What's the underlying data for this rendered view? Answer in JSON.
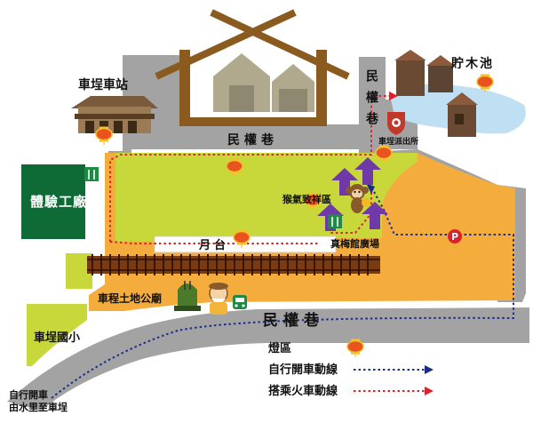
{
  "labels": {
    "station": "車埕車站",
    "timber_pond": "貯木池",
    "police": "車埕派出所",
    "street_top": "民權巷",
    "street_vertical": "民權巷",
    "street_bottom": "民權巷",
    "experience_factory": "體驗工廠",
    "monkey_area": "猴氣致祥區",
    "plaza": "真梅館廣場",
    "platform": "月台",
    "temple": "車程土地公廟",
    "school": "車埕國小",
    "drive_note_line1": "自行開車",
    "drive_note_line2": "由水里至車埕",
    "parking": "P"
  },
  "legend": {
    "lantern": "燈區",
    "drive": "自行開車動線",
    "train": "搭乘火車動線"
  },
  "icons": {
    "restaurant": "fork-knife-icon",
    "bus": "bus-icon",
    "lantern": "lantern-icon",
    "police": "police-badge-icon",
    "parking": "parking-icon",
    "arrow": "up-arrow-icon"
  },
  "colors": {
    "road": "#a3a3a3",
    "ground": "#f4ad3d",
    "grass": "#c8d83b",
    "factory": "#0f6b35",
    "roof": "#8b5a1f",
    "water": "#bfe0f3",
    "purple": "#6f3aa8",
    "drive_line": "#1b2d8a",
    "train_line": "#d8232a",
    "lantern": "#e8531f"
  }
}
